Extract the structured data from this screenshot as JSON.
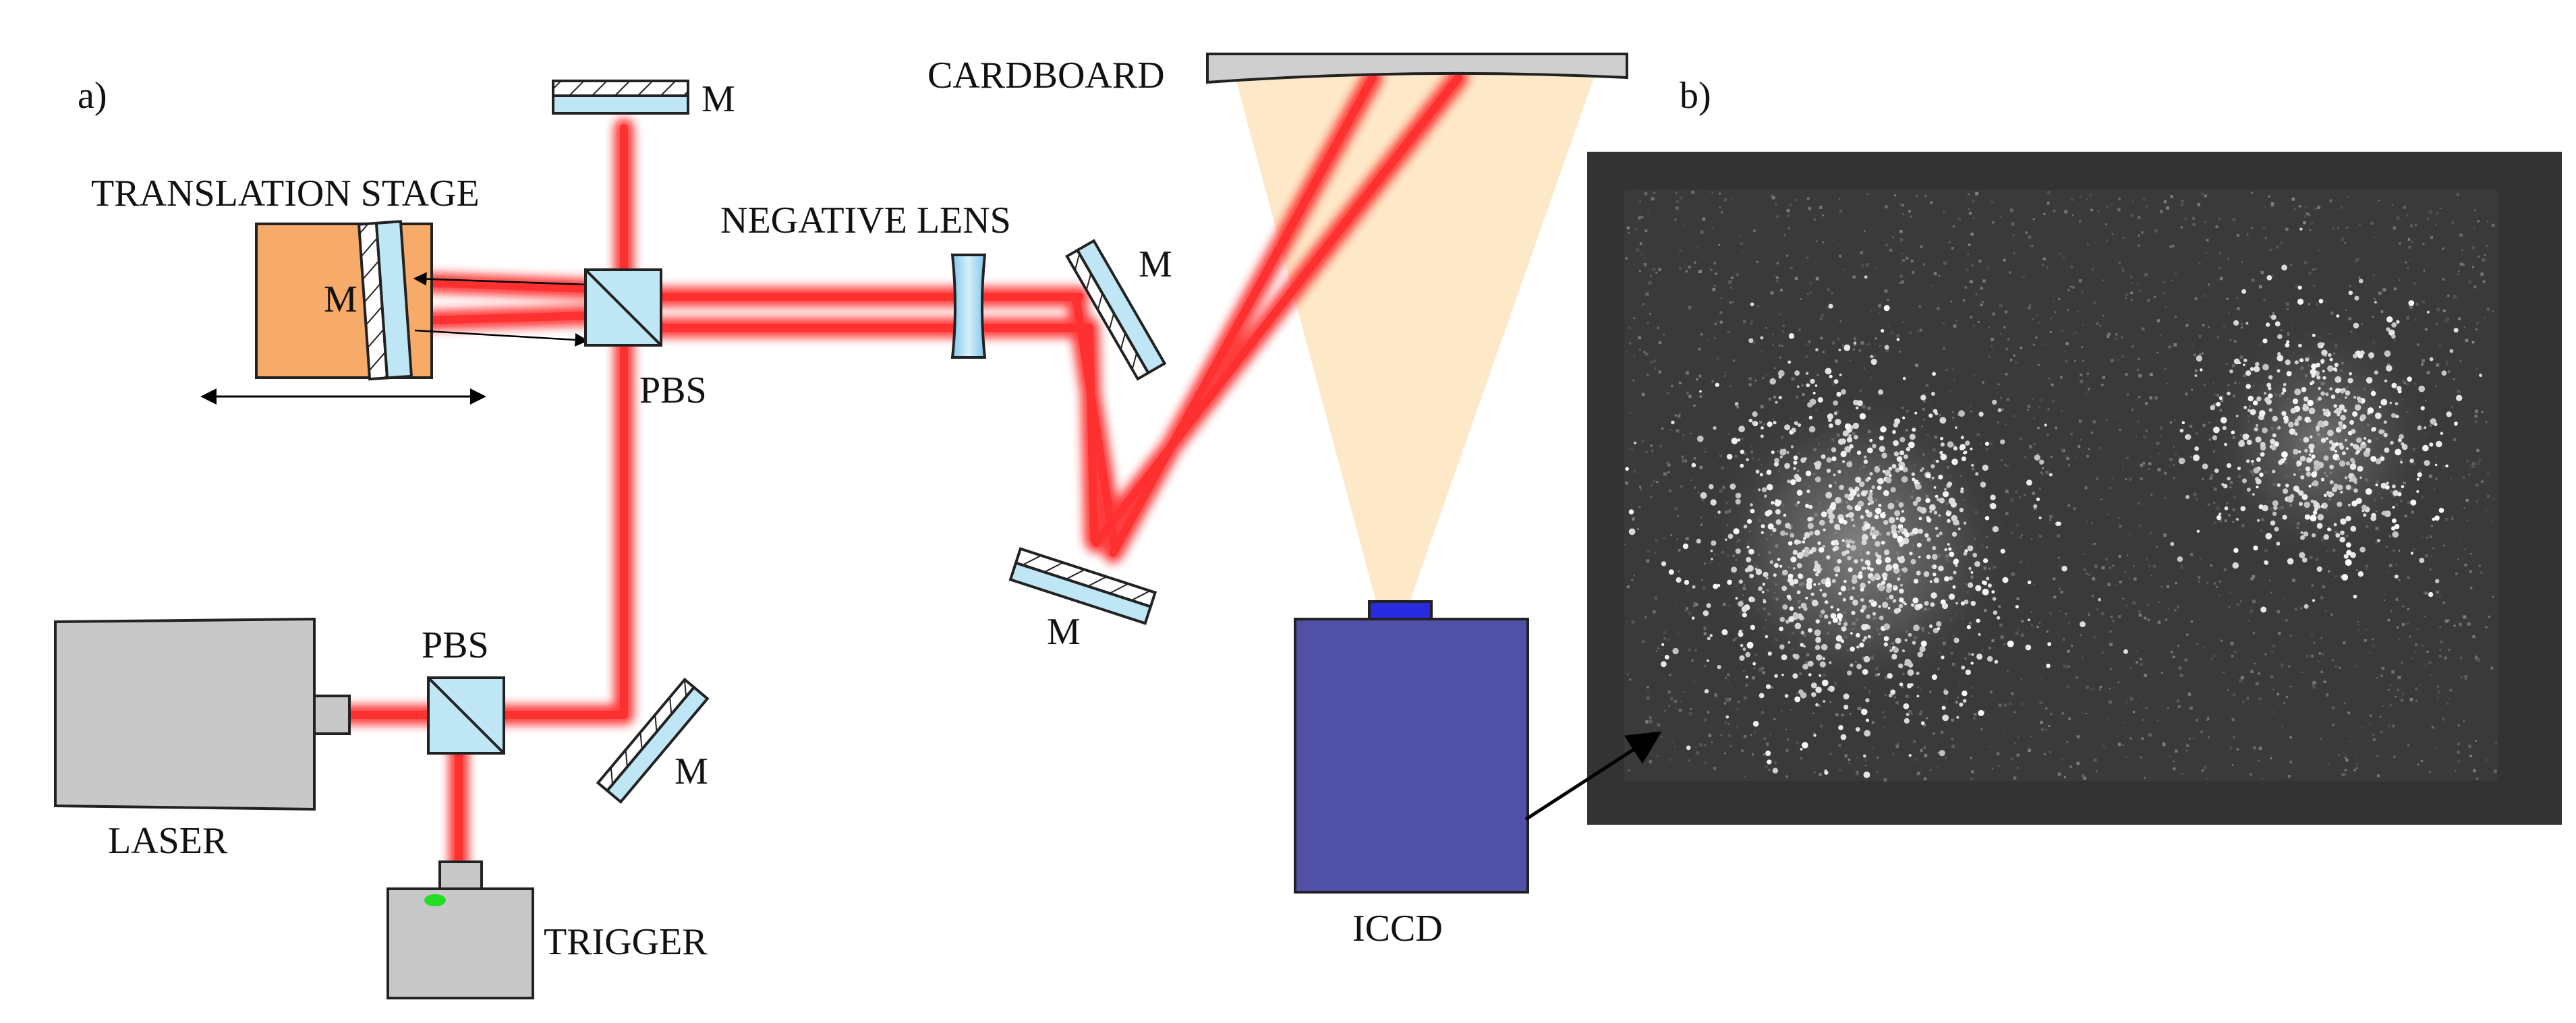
{
  "panel_a_label": "a)",
  "panel_b_label": "b)",
  "components": {
    "cardboard": "CARDBOARD",
    "translation_stage": "TRANSLATION STAGE",
    "negative_lens": "NEGATIVE LENS",
    "pbs_upper": "PBS",
    "pbs_lower": "PBS",
    "laser": "LASER",
    "trigger": "TRIGGER",
    "iccd": "ICCD",
    "mirror_top": "M",
    "mirror_stage": "M",
    "mirror_right_upper": "M",
    "mirror_right_lower": "M",
    "mirror_bottom": "M"
  },
  "colors": {
    "beam": "#ff1a1a",
    "stage": "#f7ab6a",
    "optic": "#bfe6f5",
    "laser_body": "#c8c8c8",
    "iccd_body": "#5050a6",
    "iccd_cap": "#2a2ae0",
    "light_cone": "#fde9c8",
    "trigger_led": "#22dd22",
    "image_frame": "#333333",
    "image_bg": "#3a3a3a"
  }
}
